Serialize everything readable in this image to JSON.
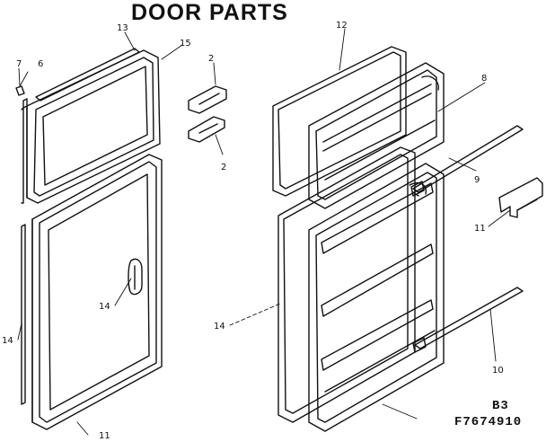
{
  "header": {
    "title": "DOOR PARTS"
  },
  "footer": {
    "page_code": "B3",
    "part_number": "F7674910"
  },
  "callouts": {
    "c2a": "2",
    "c2b": "2",
    "c6": "6",
    "c7": "7",
    "c8": "8",
    "c9": "9",
    "c10": "10",
    "c11": "11",
    "c11b": "11",
    "c12": "12",
    "c13": "13",
    "c14": "14",
    "c14b": "14",
    "c14c": "14",
    "c15": "15"
  },
  "colors": {
    "ink": "#111111",
    "paper": "#ffffff"
  }
}
